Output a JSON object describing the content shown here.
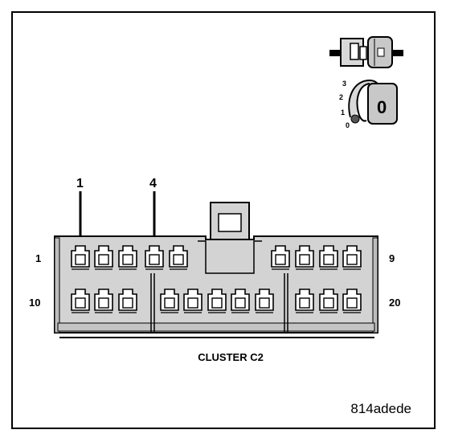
{
  "diagram": {
    "callouts": [
      {
        "id": "pin-1",
        "label": "1"
      },
      {
        "id": "pin-4",
        "label": "4"
      }
    ],
    "row_labels": {
      "top_left": "1",
      "top_right": "9",
      "bottom_left": "10",
      "bottom_right": "20"
    },
    "connector_name": "CLUSTER C2",
    "figure_id": "814adede",
    "lock_positions": [
      "3",
      "2",
      "1",
      "0"
    ],
    "lock_key_label": "0"
  },
  "colors": {
    "ink": "#000000",
    "background": "#ffffff",
    "connector_fill": "#d3d3d3",
    "lock_fill": "#c8c8c8"
  },
  "icons": [
    "connector-plug-icon",
    "key-lock-icon"
  ]
}
